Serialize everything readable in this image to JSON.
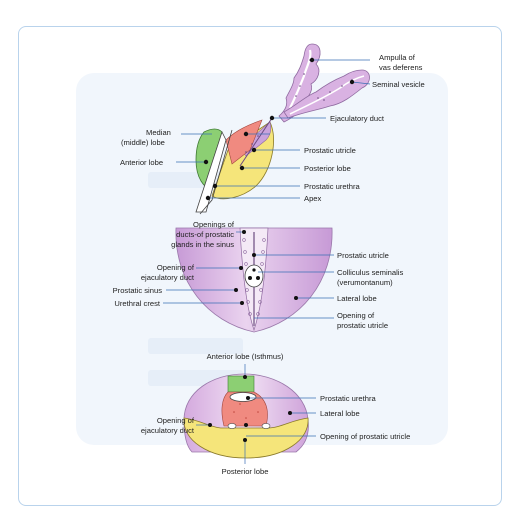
{
  "diagram1": {
    "ampulla_line1": "Ampulla of",
    "ampulla_line2": "vas deferens",
    "seminal_vesicle": "Seminal vesicle",
    "ejaculatory_duct": "Ejaculatory duct",
    "median_line1": "Median",
    "median_line2": "(middle) lobe",
    "anterior_lobe": "Anterior lobe",
    "prostatic_utricle": "Prostatic utricle",
    "posterior_lobe": "Posterior lobe",
    "prostatic_urethra": "Prostatic urethra",
    "apex": "Apex"
  },
  "diagram2": {
    "openings_line1": "Openings of",
    "openings_line2": "ducts-of prostatic",
    "openings_line3": "glands in the sinus",
    "opening_ejac_line1": "Opening of",
    "opening_ejac_line2": "ejaculatory duct",
    "prostatic_sinus": "Prostatic sinus",
    "urethral_crest": "Urethral crest",
    "prostatic_utricle": "Prostatic utricle",
    "colliculus_line1": "Colliculus seminalis",
    "colliculus_line2": "(verumontanum)",
    "lateral_lobe": "Lateral lobe",
    "opening_utricle_line1": "Opening of",
    "opening_utricle_line2": "prostatic utricle"
  },
  "diagram3": {
    "anterior_lobe_isthmus": "Anterior lobe (Isthmus)",
    "prostatic_urethra": "Prostatic urethra",
    "lateral_lobe": "Lateral lobe",
    "opening_ejac_line1": "Opening of",
    "opening_ejac_line2": "ejaculatory duct",
    "opening_utricle": "Opening of prostatic utricle",
    "posterior_lobe": "Posterior lobe"
  },
  "colors": {
    "anterior": "#8ccf73",
    "median": "#f08a80",
    "posterior": "#f5e57a",
    "lateral": "#d9b2e2",
    "vesicle": "#d9b2e2",
    "frame": "#b9d3ec",
    "panel": "#f1f6fc"
  }
}
